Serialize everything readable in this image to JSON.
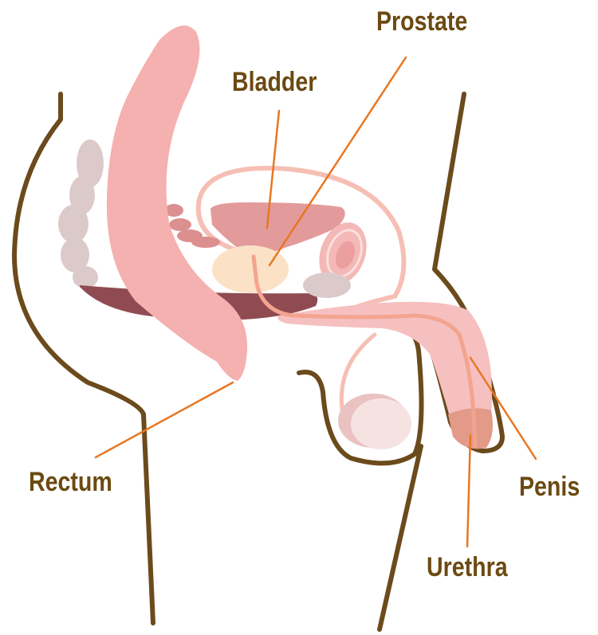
{
  "labels": {
    "prostate": "Prostate",
    "bladder": "Bladder",
    "rectum": "Rectum",
    "penis": "Penis",
    "urethra": "Urethra"
  },
  "colors": {
    "label_text": "#6b4a12",
    "leader_line": "#e87722",
    "body_outline": "#6b4a1c",
    "rectum": "#f5b0b0",
    "bladder": "#e39a9a",
    "prostate": "#fbe1c6",
    "penis": "#f6c0c0",
    "urethra": "#f3a48f",
    "vas_deferens": "#f6bfb4",
    "testicle": "#f3dcd9",
    "seminal_vesicle": "#dc8f8f",
    "pelvic_floor_muscle": "#904b52",
    "spine": "#dccacb"
  }
}
